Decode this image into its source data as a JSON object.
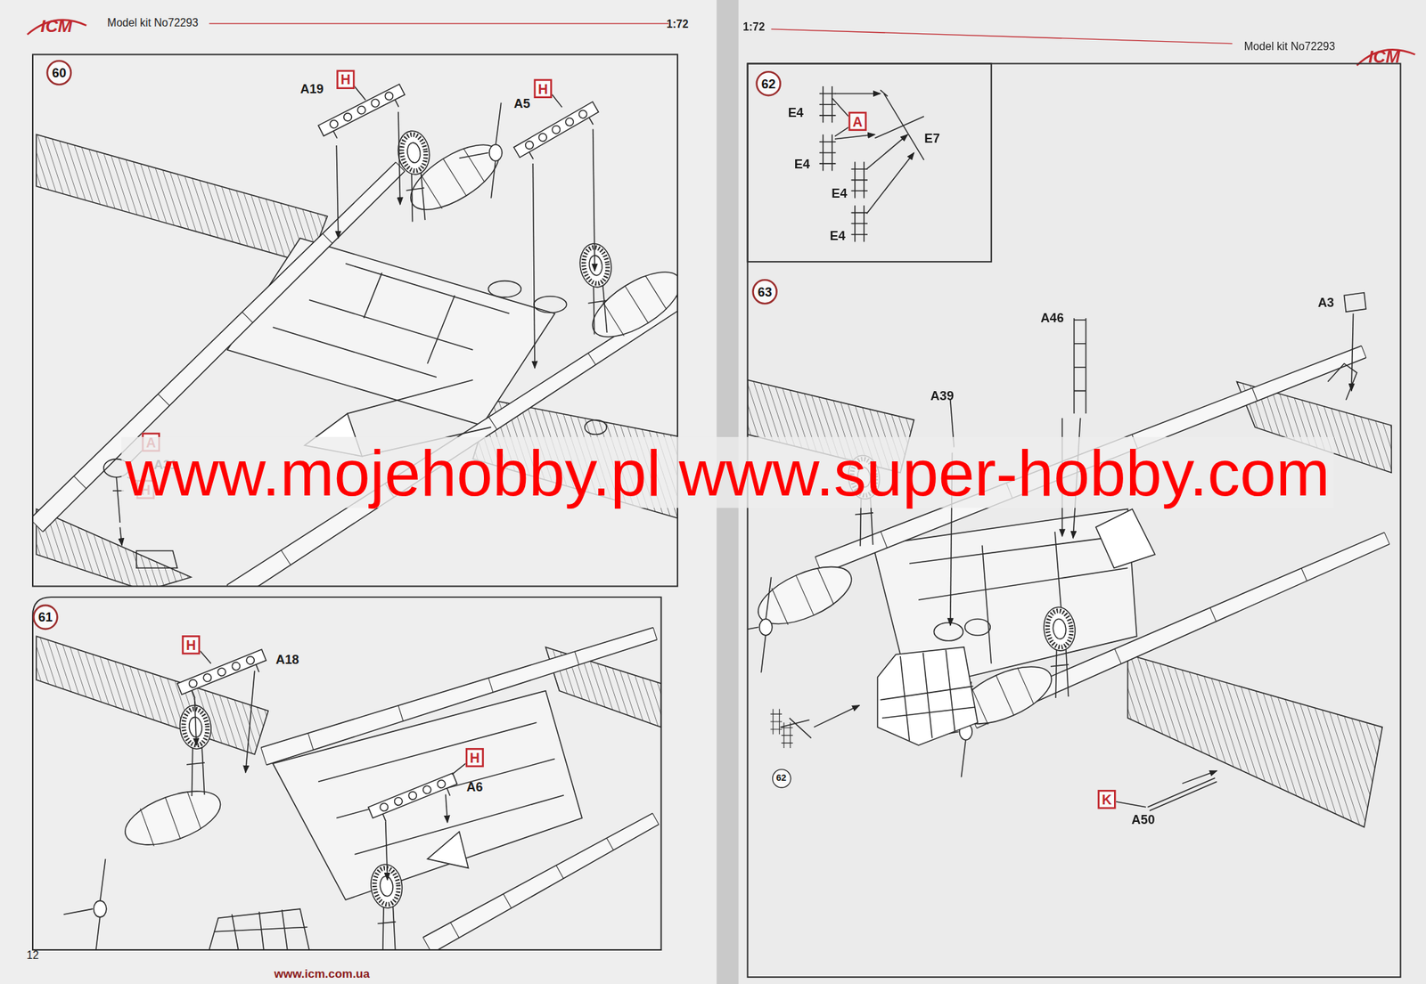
{
  "diagram": {
    "nodes": [
      {
        "text": [
          "60"
        ]
      },
      {
        "text": [
          "H"
        ]
      },
      {
        "text": [
          "H"
        ]
      },
      {
        "text": [
          "A"
        ]
      },
      {
        "text": [
          "H"
        ]
      },
      {
        "text": [
          "61"
        ]
      },
      {
        "text": [
          "H"
        ]
      },
      {
        "text": [
          "H"
        ]
      },
      {
        "text": [
          "62"
        ]
      },
      {
        "text": [
          "A"
        ]
      },
      {
        "text": [
          "63"
        ]
      },
      {
        "text": [
          "62"
        ]
      },
      {
        "text": [
          "K"
        ]
      }
    ],
    "labels": [
      "ICM",
      "Model kit No72293",
      "1:72",
      "1:72",
      "Model kit No72293",
      "ICM",
      "A19",
      "A5",
      "A31",
      "A18",
      "A6",
      "E4",
      "E7",
      "E4",
      "E4",
      "E4",
      "A46",
      "A3",
      "A39",
      "A50",
      "12",
      "www.icm.com.ua",
      "www.mojehobby.pl www.super-hobby.com"
    ]
  }
}
